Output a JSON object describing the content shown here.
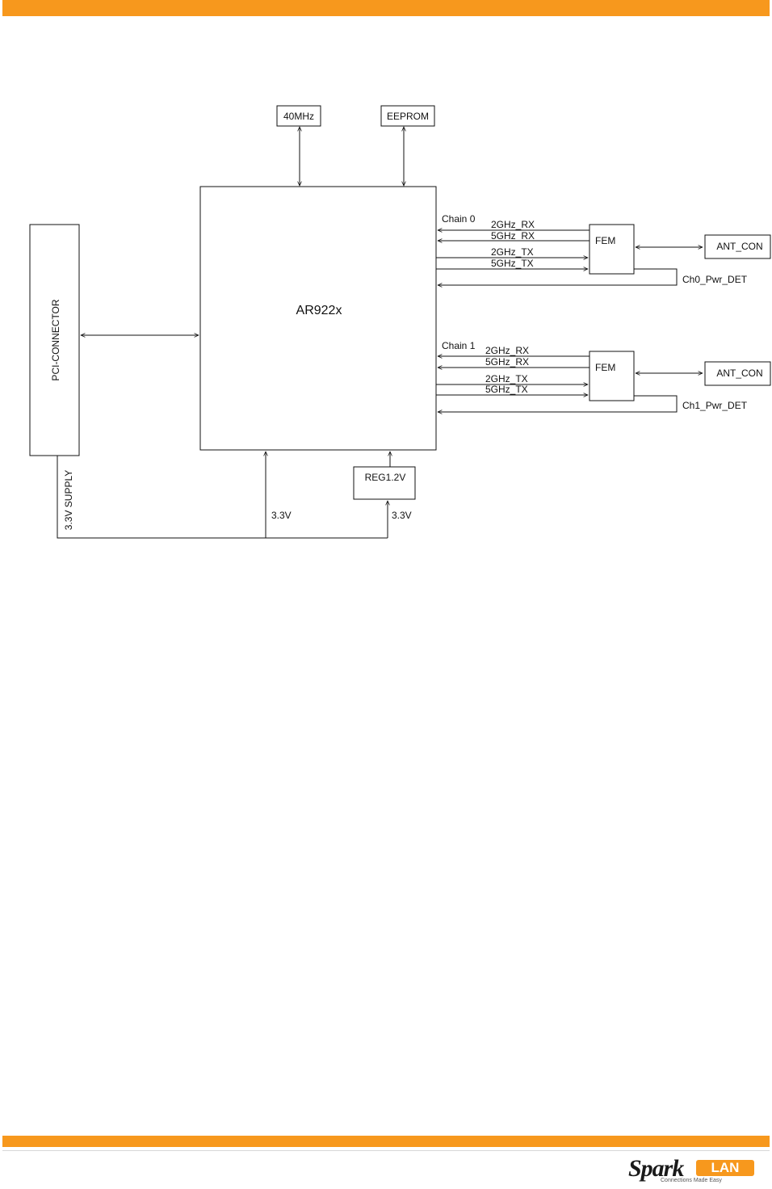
{
  "diagram": {
    "chip": "AR922x",
    "clock": "40MHz",
    "eeprom": "EEPROM",
    "pci": "PCI-CONNECTOR",
    "supply": "3.3V SUPPLY",
    "regulator": "REG1.2V",
    "v_left": "3.3V",
    "v_right": "3.3V",
    "chain0": {
      "title": "Chain 0",
      "rx2": "2GHz_RX",
      "rx5": "5GHz_RX",
      "tx2": "2GHz_TX",
      "tx5": "5GHz_TX",
      "fem": "FEM",
      "antenna": "ANT_CON",
      "pwr_det": "Ch0_Pwr_DET"
    },
    "chain1": {
      "title": "Chain 1",
      "rx2": "2GHz_RX",
      "rx5": "5GHz_RX",
      "tx2": "2GHz_TX",
      "tx5": "5GHz_TX",
      "fem": "FEM",
      "antenna": "ANT_CON",
      "pwr_det": "Ch1_Pwr_DET"
    }
  },
  "footer": {
    "logo_main": "Spark",
    "logo_lan": "LAN",
    "logo_tagline": "Connections Made Easy"
  },
  "colors": {
    "accent": "#f7981d",
    "line": "#111111"
  }
}
